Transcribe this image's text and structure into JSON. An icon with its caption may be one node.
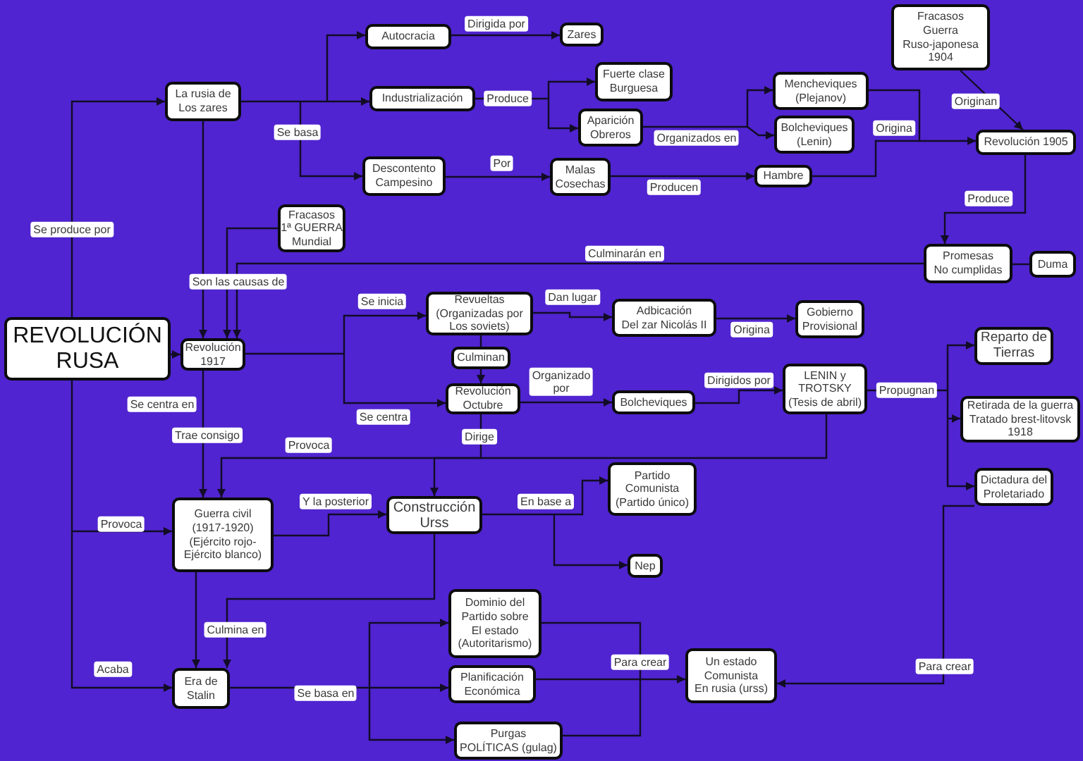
{
  "diagram": {
    "nodes": [
      {
        "text": [
          "REVOLUCIÓN RUSA"
        ]
      },
      {
        "text": [
          "La rusia de Los zares"
        ]
      },
      {
        "text": [
          "Autocracia"
        ]
      },
      {
        "text": [
          "Zares"
        ]
      },
      {
        "text": [
          "Industrialización"
        ]
      },
      {
        "text": [
          "Fuerte clase Burguesa"
        ]
      },
      {
        "text": [
          "Aparición Obreros"
        ]
      },
      {
        "text": [
          "Descontento Campesino"
        ]
      },
      {
        "text": [
          "Malas Cosechas"
        ]
      },
      {
        "text": [
          "Mencheviques (Plejanov)"
        ]
      },
      {
        "text": [
          "Bolcheviques (Lenin)"
        ]
      },
      {
        "text": [
          "Hambre"
        ]
      },
      {
        "text": [
          "Fracasos Guerra Ruso-japonesa 1904"
        ]
      },
      {
        "text": [
          "Revolución 1905"
        ]
      },
      {
        "text": [
          "Fracasos 1ª GUERRA Mundial"
        ]
      },
      {
        "text": [
          "Promesas No cumplidas"
        ]
      },
      {
        "text": [
          "Duma"
        ]
      },
      {
        "text": [
          "Revolución 1917"
        ]
      },
      {
        "text": [
          "Revueltas (Organizadas por Los soviets)"
        ]
      },
      {
        "text": [
          "Culminan"
        ]
      },
      {
        "text": [
          "Revolución Octubre"
        ]
      },
      {
        "text": [
          "Adbicación Del zar Nicolás II"
        ]
      },
      {
        "text": [
          "Gobierno Provisional"
        ]
      },
      {
        "text": [
          "Bolcheviques"
        ]
      },
      {
        "text": [
          "LENIN y TROTSKY (Tesis de abril)"
        ]
      },
      {
        "text": [
          "Reparto de Tierras"
        ]
      },
      {
        "text": [
          "Retirada de la guerra Tratado brest-litovsk 1918"
        ]
      },
      {
        "text": [
          "Dictadura del Proletariado"
        ]
      },
      {
        "text": [
          "Guerra civil (1917-1920) (Ejército rojo- Ejército blanco)"
        ]
      },
      {
        "text": [
          "Construcción Urss"
        ]
      },
      {
        "text": [
          "Partido Comunista (Partido único)"
        ]
      },
      {
        "text": [
          "Nep"
        ]
      },
      {
        "text": [
          "Dominio del Partido sobre El estado (Autoritarismo)"
        ]
      },
      {
        "text": [
          "Era de Stalin"
        ]
      },
      {
        "text": [
          "Planificación Económica"
        ]
      },
      {
        "text": [
          "Purgas POLÍTICAS (gulag)"
        ]
      },
      {
        "text": [
          "Un estado Comunista En rusia (urss)"
        ]
      }
    ],
    "edges": [
      {
        "from": 0,
        "to": 1,
        "arrow": "to",
        "label": "Se produce por"
      },
      {
        "from": 1,
        "to": 2,
        "arrow": "to"
      },
      {
        "from": 1,
        "to": 4,
        "arrow": "to"
      },
      {
        "from": 1,
        "to": 7,
        "arrow": "to",
        "label": "Se basa"
      },
      {
        "from": 2,
        "to": 3,
        "arrow": "to",
        "label": "Dirigida por"
      },
      {
        "from": 4,
        "to": 5,
        "arrow": "to",
        "label": "Produce"
      },
      {
        "from": 4,
        "to": 6,
        "arrow": "to"
      },
      {
        "from": 7,
        "to": 8,
        "arrow": "to",
        "label": "Por"
      },
      {
        "from": 6,
        "to": 9,
        "arrow": "to",
        "label": "Organizados en"
      },
      {
        "from": 6,
        "to": 10,
        "arrow": "to"
      },
      {
        "from": 8,
        "to": 11,
        "arrow": "to",
        "label": "Producen"
      },
      {
        "from": 9,
        "to": 13,
        "arrow": "to"
      },
      {
        "from": 11,
        "to": 13,
        "arrow": "to",
        "label": "Origina"
      },
      {
        "from": 12,
        "to": 13,
        "arrow": "to",
        "label": "Originan"
      },
      {
        "from": 13,
        "to": 15,
        "arrow": "to",
        "label": "Produce"
      },
      {
        "from": 15,
        "to": 16,
        "arrow": "none"
      },
      {
        "from": 1,
        "to": 17,
        "arrow": "to",
        "label": "Son las causas de"
      },
      {
        "from": 14,
        "to": 17,
        "arrow": "to"
      },
      {
        "from": 15,
        "to": 17,
        "arrow": "to",
        "label": "Culminarán en"
      },
      {
        "from": 0,
        "to": 17,
        "arrow": "to"
      },
      {
        "from": 17,
        "to": 18,
        "arrow": "to",
        "label": "Se inicia"
      },
      {
        "from": 17,
        "to": 20,
        "arrow": "to",
        "label": "Se centra"
      },
      {
        "from": 18,
        "to": 19,
        "arrow": "none"
      },
      {
        "from": 19,
        "to": 20,
        "arrow": "to"
      },
      {
        "from": 18,
        "to": 21,
        "arrow": "to",
        "label": "Dan lugar"
      },
      {
        "from": 21,
        "to": 22,
        "arrow": "to",
        "label": "Origina"
      },
      {
        "from": 20,
        "to": 23,
        "arrow": "to",
        "label": "Organizado por"
      },
      {
        "from": 23,
        "to": 24,
        "arrow": "to",
        "label": "Dirigidos por"
      },
      {
        "from": 24,
        "to": 25,
        "arrow": "to",
        "label": "Propugnan"
      },
      {
        "from": 24,
        "to": 26,
        "arrow": "to"
      },
      {
        "from": 24,
        "to": 27,
        "arrow": "to"
      },
      {
        "from": 20,
        "to": 29,
        "arrow": "to",
        "label": "Dirige"
      },
      {
        "from": 24,
        "to": 28,
        "arrow": "to",
        "label": "Provoca"
      },
      {
        "from": 17,
        "to": 28,
        "arrow": "to",
        "label": "Trae consigo"
      },
      {
        "from": 0,
        "to": 28,
        "arrow": "to",
        "label": "Provoca"
      },
      {
        "from": 0,
        "to": 33,
        "arrow": "to",
        "label": "Acaba"
      },
      {
        "from": 28,
        "to": 29,
        "arrow": "to",
        "label": "Y la posterior"
      },
      {
        "from": 29,
        "to": 30,
        "arrow": "to",
        "label": "En base a"
      },
      {
        "from": 29,
        "to": 31,
        "arrow": "to"
      },
      {
        "from": 28,
        "to": 33,
        "arrow": "to",
        "label": "Culmina en"
      },
      {
        "from": 29,
        "to": 33,
        "arrow": "to"
      },
      {
        "from": 33,
        "to": 32,
        "arrow": "to",
        "label": "Se basa en"
      },
      {
        "from": 33,
        "to": 34,
        "arrow": "to"
      },
      {
        "from": 33,
        "to": 35,
        "arrow": "to"
      },
      {
        "from": 32,
        "to": 36,
        "arrow": "to"
      },
      {
        "from": 34,
        "to": 36,
        "arrow": "to",
        "label": "Para crear"
      },
      {
        "from": 35,
        "to": 36,
        "arrow": "to"
      },
      {
        "from": 27,
        "to": 36,
        "arrow": "to",
        "label": "Para crear"
      }
    ],
    "labels": [
      "Se centra en"
    ]
  }
}
